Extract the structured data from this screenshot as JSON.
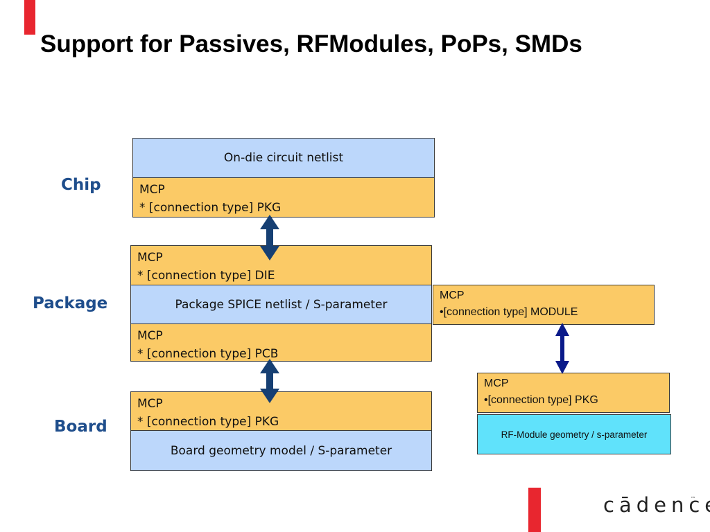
{
  "slide": {
    "title": "Support for Passives, RFModules, PoPs, SMDs",
    "brand_color": "#e8262f"
  },
  "labels": {
    "chip": "Chip",
    "package": "Package",
    "board": "Board"
  },
  "chip": {
    "netlist": "On-die circuit netlist",
    "mcp_title": "MCP",
    "mcp_line": "* [connection type] PKG"
  },
  "package": {
    "top_mcp_title": "MCP",
    "top_mcp_line": "* [connection type] DIE",
    "netlist": "Package SPICE netlist / S-parameter",
    "bottom_mcp_title": "MCP",
    "bottom_mcp_line": "* [connection type] PCB"
  },
  "board": {
    "mcp_title": "MCP",
    "mcp_line": "* [connection type] PKG",
    "model": "Board geometry model / S-parameter"
  },
  "rf_module": {
    "module_mcp_title": "MCP",
    "module_mcp_line": "•[connection type] MODULE",
    "pkg_mcp_title": "MCP",
    "pkg_mcp_line": "•[connection type] PKG",
    "geometry": "RF-Module geometry / s-parameter"
  },
  "colors": {
    "blue_box": "#bcd7fb",
    "orange_box": "#fbca66",
    "cyan_box": "#60e2fb",
    "main_arrow": "#163f73",
    "rf_arrow": "#0a1a8a",
    "label_color": "#1f4e8c"
  },
  "logo": {
    "text": "cādence",
    "trademark": "™"
  }
}
